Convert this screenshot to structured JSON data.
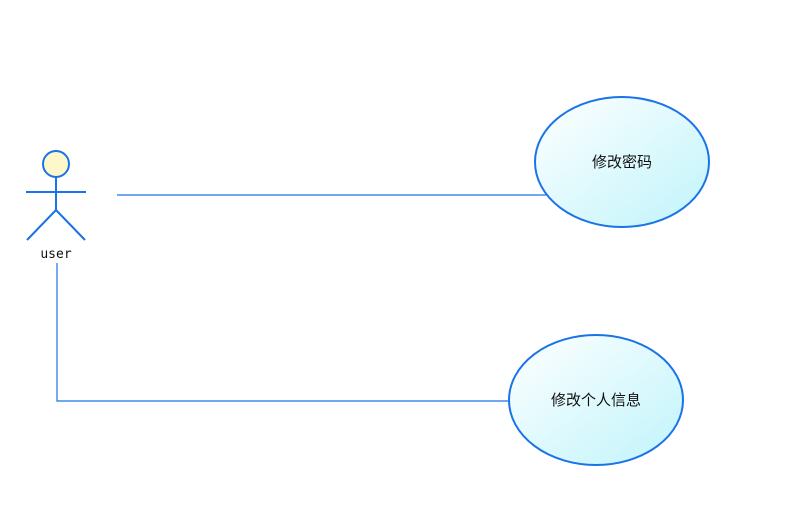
{
  "diagram": {
    "type": "uml-use-case",
    "actor": {
      "name": "user"
    },
    "use_cases": [
      {
        "label": "修改密码"
      },
      {
        "label": "修改个人信息"
      }
    ],
    "associations": [
      {
        "from": "user",
        "to": "修改密码"
      },
      {
        "from": "user",
        "to": "修改个人信息"
      }
    ],
    "colors": {
      "line": "#1a73e8",
      "ellipse_fill_top": "#ffffff",
      "ellipse_fill_bottom": "#bff4fb",
      "actor_head_fill": "#fdf7c9"
    }
  }
}
